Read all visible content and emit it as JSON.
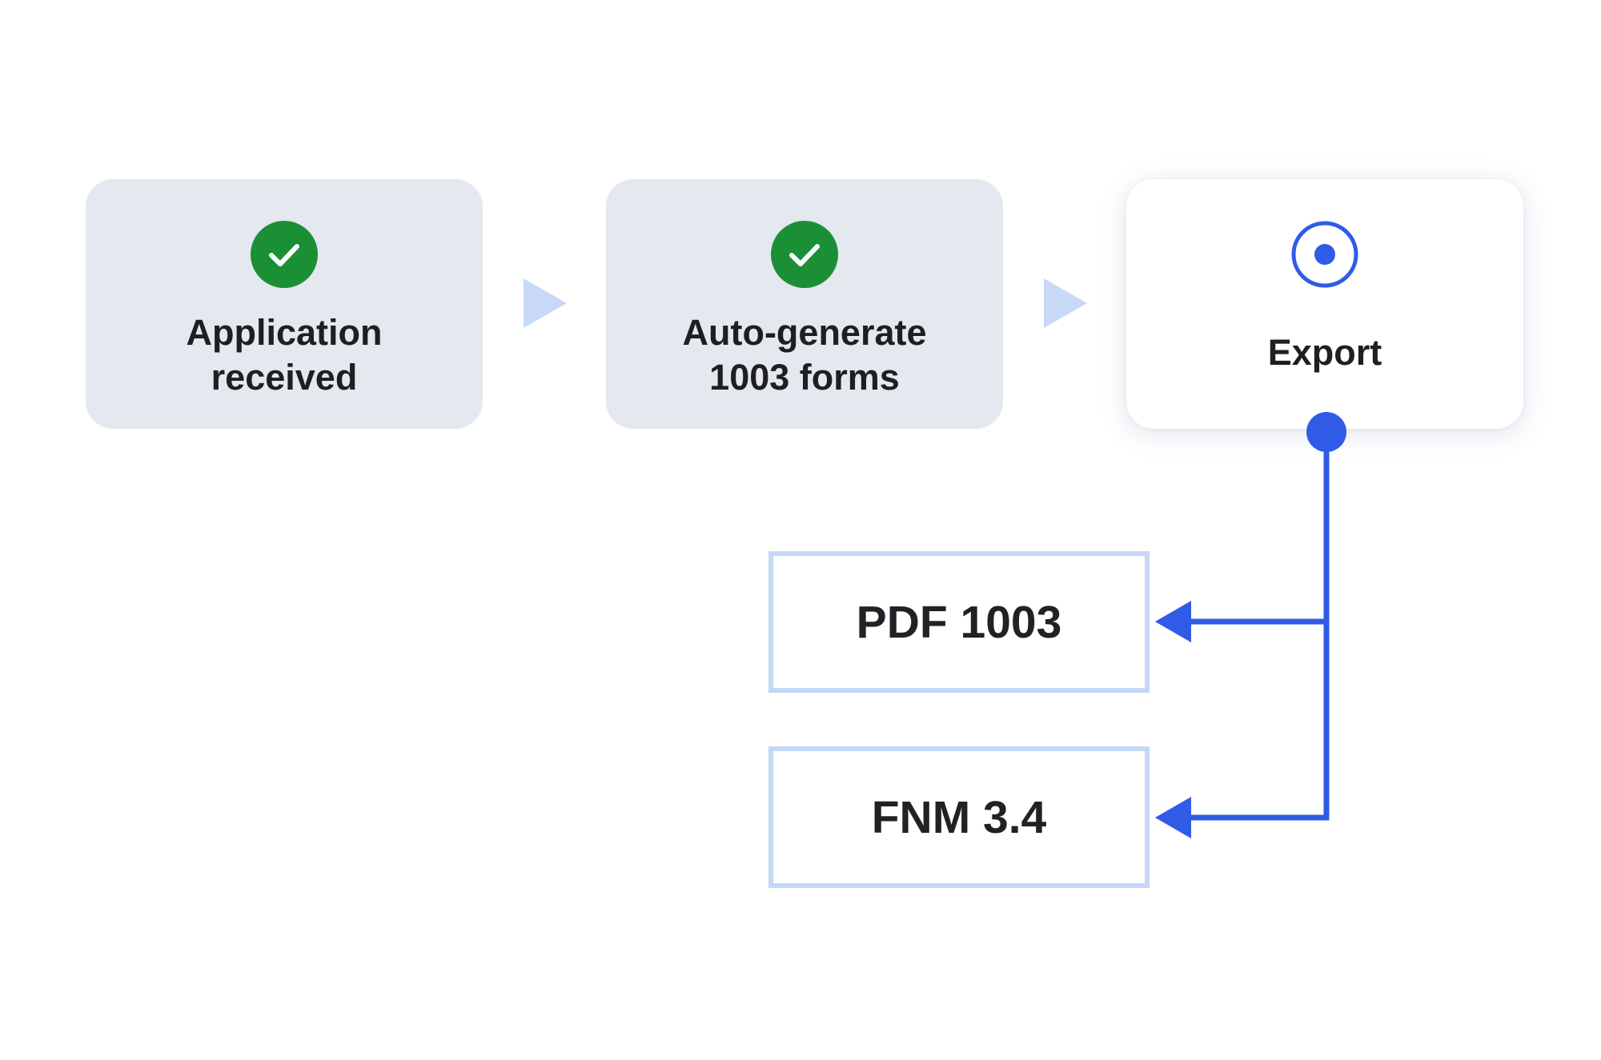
{
  "colors": {
    "done_step_background": "#e4e8ef",
    "success_green": "#1a8f35",
    "accent_blue": "#2f5be6",
    "flow_arrow": "#c8d9f7",
    "output_border": "#c5d7f7",
    "text": "#1f1f23"
  },
  "steps": [
    {
      "status": "complete",
      "icon": "check-circle-icon",
      "label_lines": [
        "Application",
        "received"
      ]
    },
    {
      "status": "complete",
      "icon": "check-circle-icon",
      "label_lines": [
        "Auto-generate",
        "1003 forms"
      ]
    },
    {
      "status": "current",
      "icon": "radio-selected-icon",
      "label_lines": [
        "Export"
      ]
    }
  ],
  "outputs": [
    {
      "label": "PDF 1003"
    },
    {
      "label": "FNM 3.4"
    }
  ]
}
